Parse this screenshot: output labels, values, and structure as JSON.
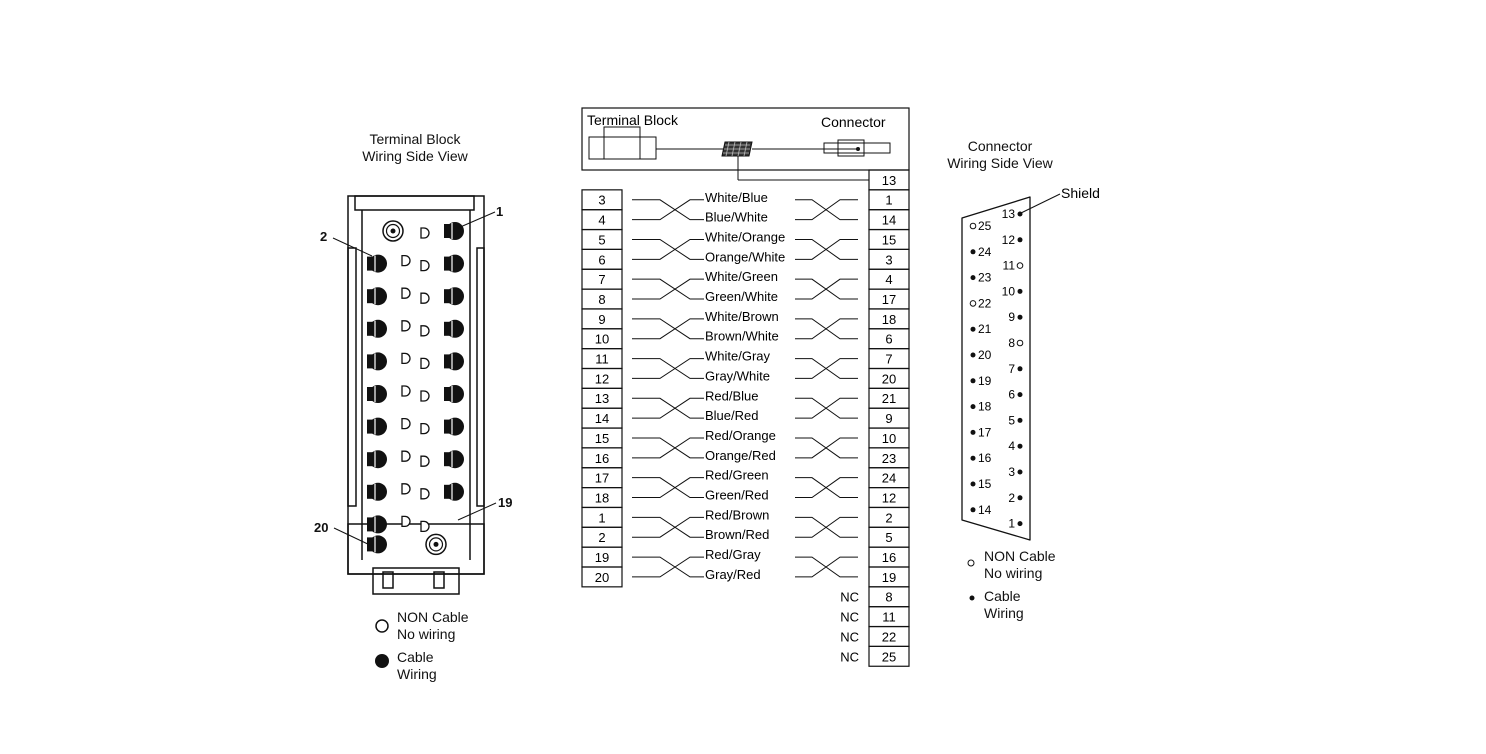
{
  "terminal_block_view": {
    "title_line1": "Terminal Block",
    "title_line2": "Wiring Side View",
    "callouts": [
      "1",
      "2",
      "19",
      "20"
    ],
    "legend": {
      "non_cable_line1": "NON Cable",
      "non_cable_line2": "No wiring",
      "cable_line1": "Cable",
      "cable_line2": "Wiring"
    }
  },
  "wiring_table": {
    "header_terminal_block": "Terminal Block",
    "header_connector": "Connector",
    "shield_connector_pin": "13",
    "rows": [
      {
        "tb": "3",
        "color": "White/Blue",
        "conn": "1"
      },
      {
        "tb": "4",
        "color": "Blue/White",
        "conn": "14"
      },
      {
        "tb": "5",
        "color": "White/Orange",
        "conn": "15"
      },
      {
        "tb": "6",
        "color": "Orange/White",
        "conn": "3"
      },
      {
        "tb": "7",
        "color": "White/Green",
        "conn": "4"
      },
      {
        "tb": "8",
        "color": "Green/White",
        "conn": "17"
      },
      {
        "tb": "9",
        "color": "White/Brown",
        "conn": "18"
      },
      {
        "tb": "10",
        "color": "Brown/White",
        "conn": "6"
      },
      {
        "tb": "11",
        "color": "White/Gray",
        "conn": "7"
      },
      {
        "tb": "12",
        "color": "Gray/White",
        "conn": "20"
      },
      {
        "tb": "13",
        "color": "Red/Blue",
        "conn": "21"
      },
      {
        "tb": "14",
        "color": "Blue/Red",
        "conn": "9"
      },
      {
        "tb": "15",
        "color": "Red/Orange",
        "conn": "10"
      },
      {
        "tb": "16",
        "color": "Orange/Red",
        "conn": "23"
      },
      {
        "tb": "17",
        "color": "Red/Green",
        "conn": "24"
      },
      {
        "tb": "18",
        "color": "Green/Red",
        "conn": "12"
      },
      {
        "tb": "1",
        "color": "Red/Brown",
        "conn": "2"
      },
      {
        "tb": "2",
        "color": "Brown/Red",
        "conn": "5"
      },
      {
        "tb": "19",
        "color": "Red/Gray",
        "conn": "16"
      },
      {
        "tb": "20",
        "color": "Gray/Red",
        "conn": "19"
      }
    ],
    "nc_rows": [
      {
        "label": "NC",
        "conn": "8"
      },
      {
        "label": "NC",
        "conn": "11"
      },
      {
        "label": "NC",
        "conn": "22"
      },
      {
        "label": "NC",
        "conn": "25"
      }
    ]
  },
  "connector_view": {
    "title_line1": "Connector",
    "title_line2": "Wiring Side View",
    "shield_label": "Shield",
    "top_row": [
      {
        "pin": "13",
        "wired": true
      },
      {
        "pin": "12",
        "wired": true
      },
      {
        "pin": "11",
        "wired": false
      },
      {
        "pin": "10",
        "wired": true
      },
      {
        "pin": "9",
        "wired": true
      },
      {
        "pin": "8",
        "wired": false
      },
      {
        "pin": "7",
        "wired": true
      },
      {
        "pin": "6",
        "wired": true
      },
      {
        "pin": "5",
        "wired": true
      },
      {
        "pin": "4",
        "wired": true
      },
      {
        "pin": "3",
        "wired": true
      },
      {
        "pin": "2",
        "wired": true
      },
      {
        "pin": "1",
        "wired": true
      }
    ],
    "bottom_row": [
      {
        "pin": "25",
        "wired": false
      },
      {
        "pin": "24",
        "wired": true
      },
      {
        "pin": "23",
        "wired": true
      },
      {
        "pin": "22",
        "wired": false
      },
      {
        "pin": "21",
        "wired": true
      },
      {
        "pin": "20",
        "wired": true
      },
      {
        "pin": "19",
        "wired": true
      },
      {
        "pin": "18",
        "wired": true
      },
      {
        "pin": "17",
        "wired": true
      },
      {
        "pin": "16",
        "wired": true
      },
      {
        "pin": "15",
        "wired": true
      },
      {
        "pin": "14",
        "wired": true
      }
    ],
    "legend": {
      "non_cable_line1": "NON Cable",
      "non_cable_line2": "No wiring",
      "cable_line1": "Cable",
      "cable_line2": "Wiring"
    }
  }
}
